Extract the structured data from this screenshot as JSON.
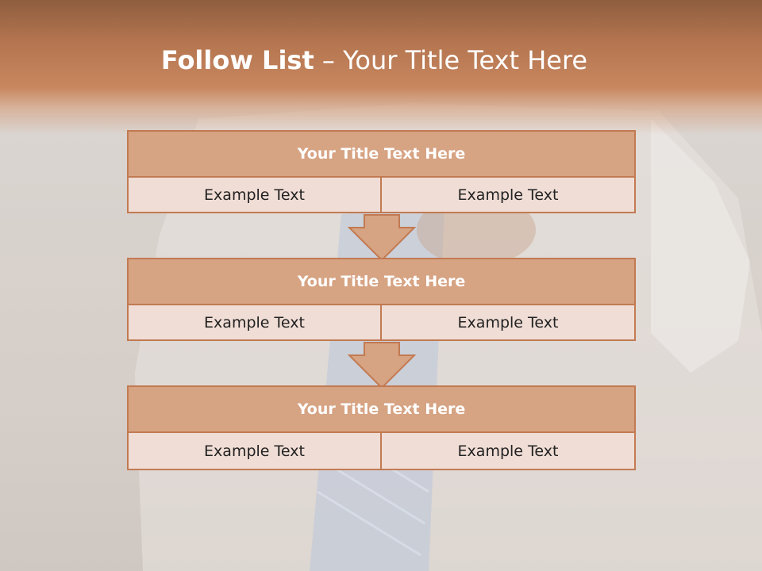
{
  "slide": {
    "title_bold": "Follow List",
    "title_sep": " – ",
    "title_rest": "Your Title Text Here"
  },
  "blocks": [
    {
      "title": "Your Title Text Here",
      "left": "Example Text",
      "right": "Example Text"
    },
    {
      "title": "Your Title Text Here",
      "left": "Example Text",
      "right": "Example Text"
    },
    {
      "title": "Your Title Text Here",
      "left": "Example Text",
      "right": "Example Text"
    }
  ],
  "colors": {
    "header": "#c8875f",
    "block_title_fill": "#d6a383",
    "block_border": "#c27a52",
    "cell_fill": "#f0ddd5"
  }
}
